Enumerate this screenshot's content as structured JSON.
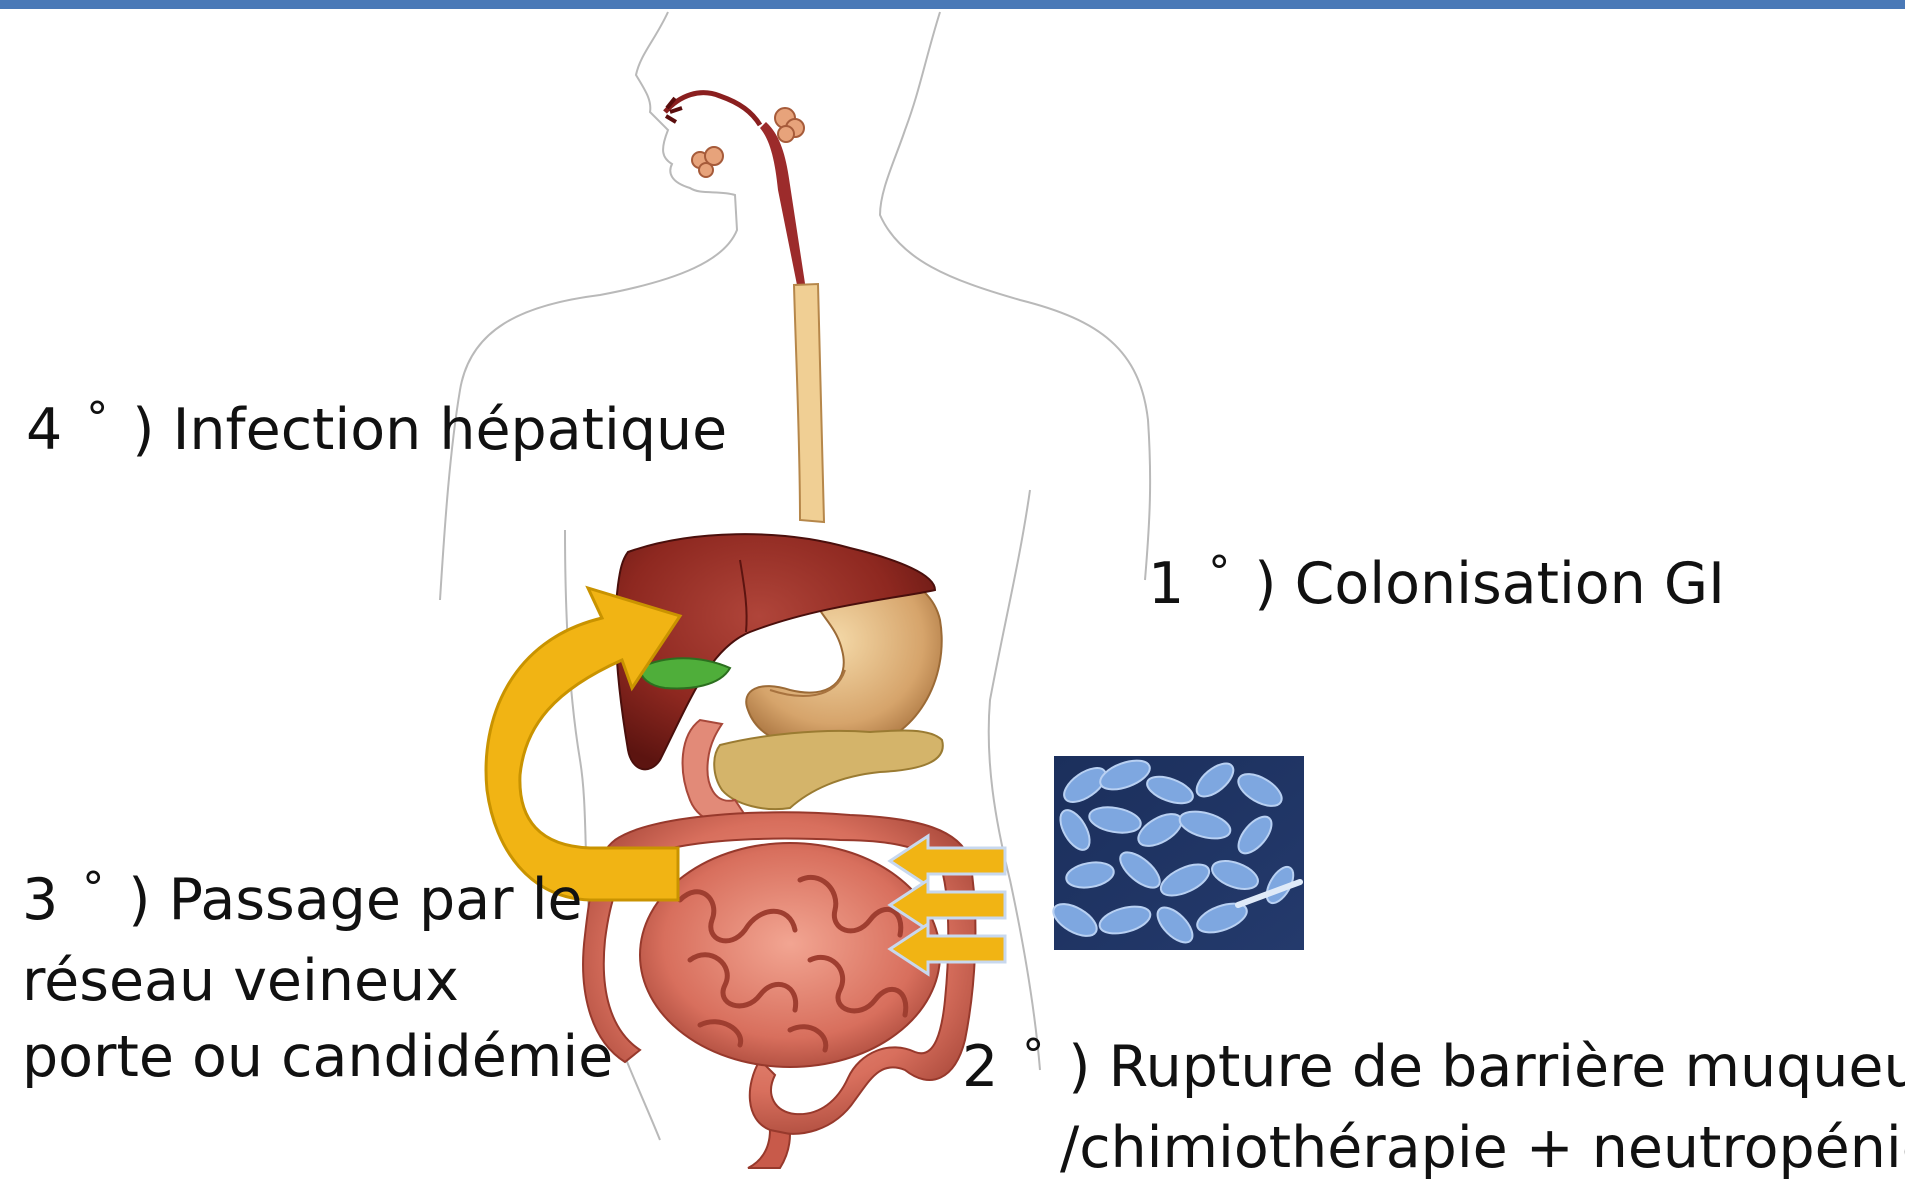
{
  "slide": {
    "accent_color": "#4a79b7",
    "arrow_color": "#f1b414",
    "arrow_border_color": "#c99300"
  },
  "steps": [
    {
      "number": "4",
      "degree": "°",
      "text": ") Infection hépatique"
    },
    {
      "number": "1",
      "degree": "°",
      "text": ") Colonisation GI"
    },
    {
      "number": "3",
      "degree": "°",
      "text": ") Passage par le",
      "line2": "réseau veineux",
      "line3": "porte ou candidémie"
    },
    {
      "number": "2",
      "degree": "°",
      "text": ") Rupture de barrière muqueuse",
      "line2": "/chimiothérapie + neutropénie"
    }
  ],
  "illustration": {
    "subject": "digestive-system-anatomy",
    "inset": "candida-yeast-micrograph"
  }
}
